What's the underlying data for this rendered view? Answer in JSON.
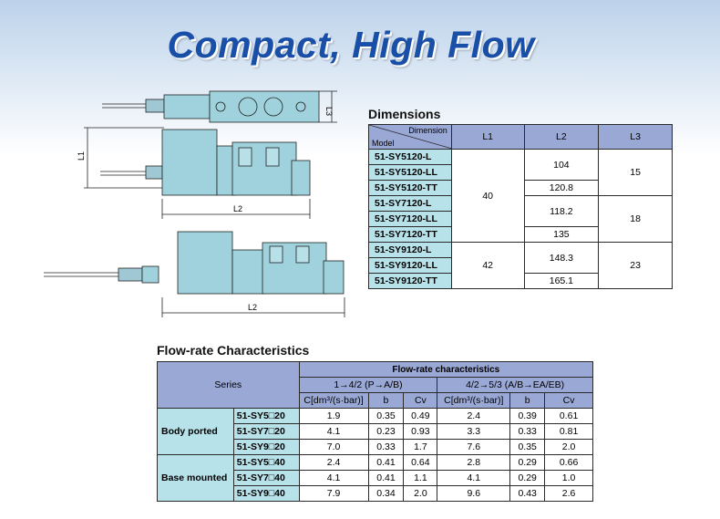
{
  "title": "Compact, High Flow",
  "drawing": {
    "labels": {
      "l1": "L1",
      "l2_upper": "L2",
      "l2_lower": "L2",
      "l3": "L3"
    }
  },
  "dimensions": {
    "heading": "Dimensions",
    "corner_top": "Dimension",
    "corner_bottom": "Model",
    "columns": [
      "L1",
      "L2",
      "L3"
    ],
    "models": [
      "51-SY5120-L",
      "51-SY5120-LL",
      "51-SY5120-TT",
      "51-SY7120-L",
      "51-SY7120-LL",
      "51-SY7120-TT",
      "51-SY9120-L",
      "51-SY9120-LL",
      "51-SY9120-TT"
    ],
    "l1": [
      "40",
      "42"
    ],
    "l2": [
      "104",
      "120.8",
      "118.2",
      "135",
      "148.3",
      "165.1"
    ],
    "l3": [
      "15",
      "18",
      "23"
    ]
  },
  "flow": {
    "heading": "Flow-rate Characteristics",
    "series_header": "Series",
    "group_header": "Flow-rate characteristics",
    "sub1": "1→4/2 (P→A/B)",
    "sub2": "4/2→5/3 (A/B→EA/EB)",
    "cols": [
      "C[dm³/(s·bar)]",
      "b",
      "Cv",
      "C[dm³/(s·bar)]",
      "b",
      "Cv"
    ],
    "groups": [
      {
        "name": "Body ported",
        "rows": [
          {
            "series": "51-SY5□20",
            "values": [
              "1.9",
              "0.35",
              "0.49",
              "2.4",
              "0.39",
              "0.61"
            ]
          },
          {
            "series": "51-SY7□20",
            "values": [
              "4.1",
              "0.23",
              "0.93",
              "3.3",
              "0.33",
              "0.81"
            ]
          },
          {
            "series": "51-SY9□20",
            "values": [
              "7.0",
              "0.33",
              "1.7",
              "7.6",
              "0.35",
              "2.0"
            ]
          }
        ]
      },
      {
        "name": "Base mounted",
        "rows": [
          {
            "series": "51-SY5□40",
            "values": [
              "2.4",
              "0.41",
              "0.64",
              "2.8",
              "0.29",
              "0.66"
            ]
          },
          {
            "series": "51-SY7□40",
            "values": [
              "4.1",
              "0.41",
              "1.1",
              "4.1",
              "0.29",
              "1.0"
            ]
          },
          {
            "series": "51-SY9□40",
            "values": [
              "7.9",
              "0.34",
              "2.0",
              "9.6",
              "0.43",
              "2.6"
            ]
          }
        ]
      }
    ]
  }
}
